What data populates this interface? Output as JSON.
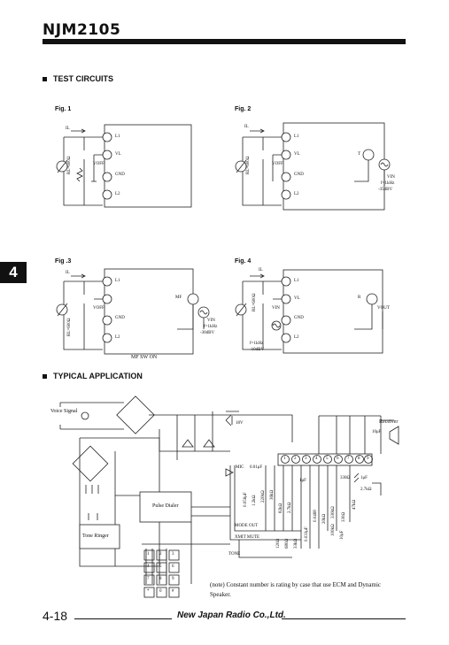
{
  "header": {
    "part_number": "NJM2105"
  },
  "section_tab": {
    "label": "4"
  },
  "test_circuits": {
    "heading": "TEST CIRCUITS",
    "fig1": {
      "label": "Fig. 1",
      "il": "IL",
      "l1": "L1",
      "vl": "VL",
      "voff": "VOFF",
      "gnd": "GND",
      "l2": "L2",
      "rl": "RL=600Ω"
    },
    "fig2": {
      "label": "Fig. 2",
      "il": "IL",
      "l1": "L1",
      "vl": "VL",
      "voff": "VOFF",
      "gnd": "GND",
      "l2": "L2",
      "rl": "RL=600Ω",
      "t": "T",
      "vin": "VIN",
      "freq": "f=1kHz",
      "level": "-35dBV"
    },
    "fig3": {
      "label": "Fig .3",
      "il": "IL",
      "l1": "L1",
      "voff": "VOFF",
      "gnd": "GND",
      "l2": "L2",
      "rl": "RL=600Ω",
      "mf": "MF",
      "vin": "VIN",
      "freq": "f=1kHz",
      "level": "-30dBV",
      "caption": "MF SW ON"
    },
    "fig4": {
      "label": "Fig. 4",
      "il": "IL",
      "l1": "L1",
      "vl": "VL",
      "vin": "VIN",
      "gnd": "GND",
      "l2": "L2",
      "rl": "RL=600Ω",
      "r": "R",
      "vout": "VOUT",
      "freq": "f=1kHz",
      "level": "-10dBV"
    }
  },
  "typical_application": {
    "heading": "TYPICAL APPLICATION",
    "voice_signal": "Voice Signal",
    "receiver": "Receiver",
    "cap_recv": "10μF",
    "res_recv": "2.7kΩ",
    "v18": "18V",
    "mic": "MIC",
    "c_mic": "0.01μF",
    "c_1uf": "1μF",
    "c_1uf_b": "1μF",
    "r_330": "330Ω",
    "pulse_dialer": "Pulse Dialer",
    "tone_ringer": "Tone Ringer",
    "mode_out": "MODE OUT",
    "xmit_mute": "XMIT MUTE",
    "tone": "TONE",
    "pins": [
      "1",
      "2",
      "3",
      "4",
      "5",
      "6",
      "7",
      "8",
      "9"
    ],
    "keypad": [
      "1",
      "2",
      "3",
      "4",
      "5",
      "6",
      "7",
      "8",
      "9",
      "*",
      "0",
      "#"
    ],
    "values_vertical": [
      "0.056μF",
      "1.2kΩ",
      "220kΩ",
      "36kΩ",
      "82kΩ",
      "0.0468",
      "20kΩ",
      "330kΩ",
      "0.033μF",
      "330Ω",
      "10μF",
      "47kΩ",
      "100kΩ",
      "2.7kΩ",
      "120Ω",
      "680Ω",
      "33kΩ"
    ]
  },
  "note": "(note) Constant number is rating by case that use ECM and Dynamic Speaker.",
  "footer": {
    "page": "4-18",
    "brand": "New Japan Radio Co.,Ltd."
  }
}
